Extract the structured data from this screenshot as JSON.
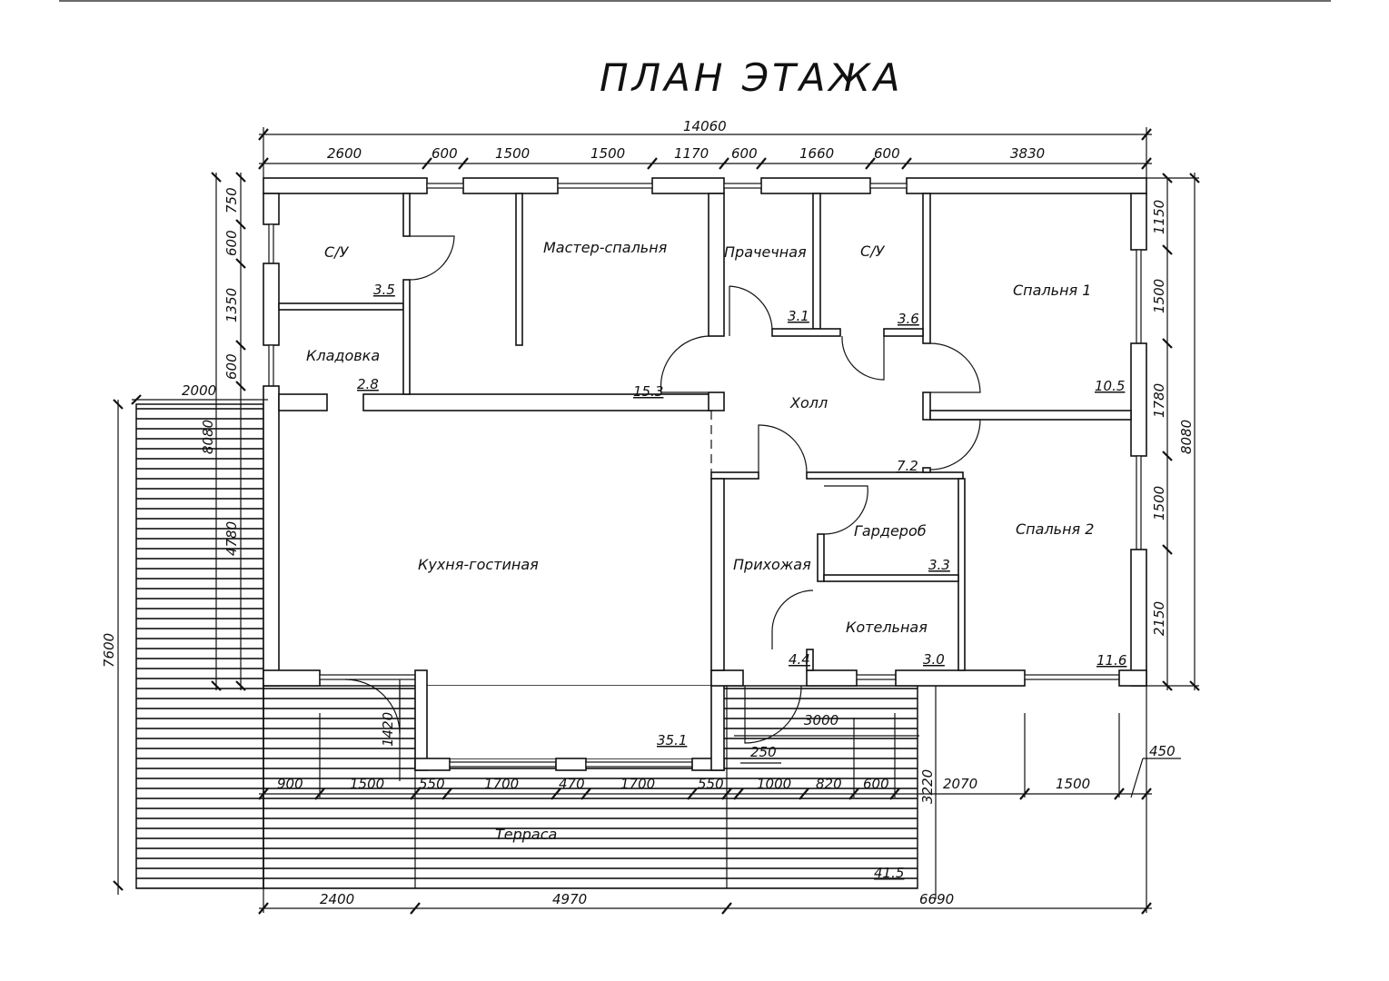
{
  "title": "ПЛАН ЭТАЖА",
  "rooms": {
    "wc1": "С/У",
    "master": "Мастер-спальня",
    "laundry": "Прачечная",
    "wc2": "С/У",
    "bedroom1": "Спальня 1",
    "storage": "Кладовка",
    "hall": "Холл",
    "kitchen": "Кухня-гостиная",
    "entry": "Прихожая",
    "wardrobe": "Гардероб",
    "boiler": "Котельная",
    "bedroom2": "Спальня 2",
    "terrace": "Терраса"
  },
  "areas": {
    "wc1": "3.5",
    "storage": "2.8",
    "master": "15.3",
    "laundry": "3.1",
    "wc2": "3.6",
    "bedroom1": "10.5",
    "hall": "7.2",
    "wardrobe": "3.3",
    "entry": "4.4",
    "boiler": "3.0",
    "bedroom2": "11.6",
    "kitchen": "35.1",
    "terrace": "41.5"
  },
  "dims": {
    "top_total": "14060",
    "top": [
      "2600",
      "600",
      "1500",
      "1500",
      "1170",
      "600",
      "1660",
      "600",
      "3830"
    ],
    "left": [
      "750",
      "600",
      "1350",
      "600"
    ],
    "left_total": "8080",
    "left_4780": "4780",
    "left_7600": "7600",
    "left_2000": "2000",
    "right": [
      "1150",
      "1500",
      "1780",
      "1500",
      "2150"
    ],
    "right_total": "8080",
    "bottom_row": [
      "900",
      "1500",
      "550",
      "1700",
      "470",
      "1700",
      "550",
      "1000",
      "820",
      "600",
      "2070",
      "1500"
    ],
    "d3220": "3220",
    "d450": "450",
    "d250": "250",
    "d3000": "3000",
    "d1420": "1420",
    "bottom": [
      "2400",
      "4970",
      "6690"
    ]
  }
}
